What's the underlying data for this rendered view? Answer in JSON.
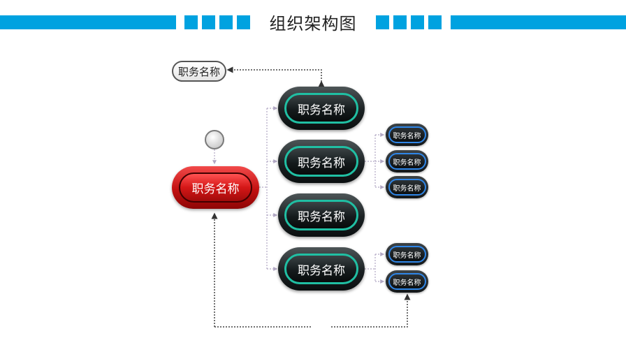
{
  "header": {
    "title": "组织架构图",
    "accent_color": "#00a2e0"
  },
  "diagram": {
    "top_label": "职务名称",
    "root": {
      "label": "职务名称",
      "color": "#d41717"
    },
    "level2": [
      {
        "label": "职务名称"
      },
      {
        "label": "职务名称"
      },
      {
        "label": "职务名称"
      },
      {
        "label": "职务名称"
      }
    ],
    "level3_group_a": [
      {
        "label": "职务名称"
      },
      {
        "label": "职务名称"
      },
      {
        "label": "职务名称"
      }
    ],
    "level3_group_b": [
      {
        "label": "职务名称"
      },
      {
        "label": "职务名称"
      }
    ],
    "node_border_color": "#20bfa3",
    "small_node_border_color": "#2f86e8"
  }
}
